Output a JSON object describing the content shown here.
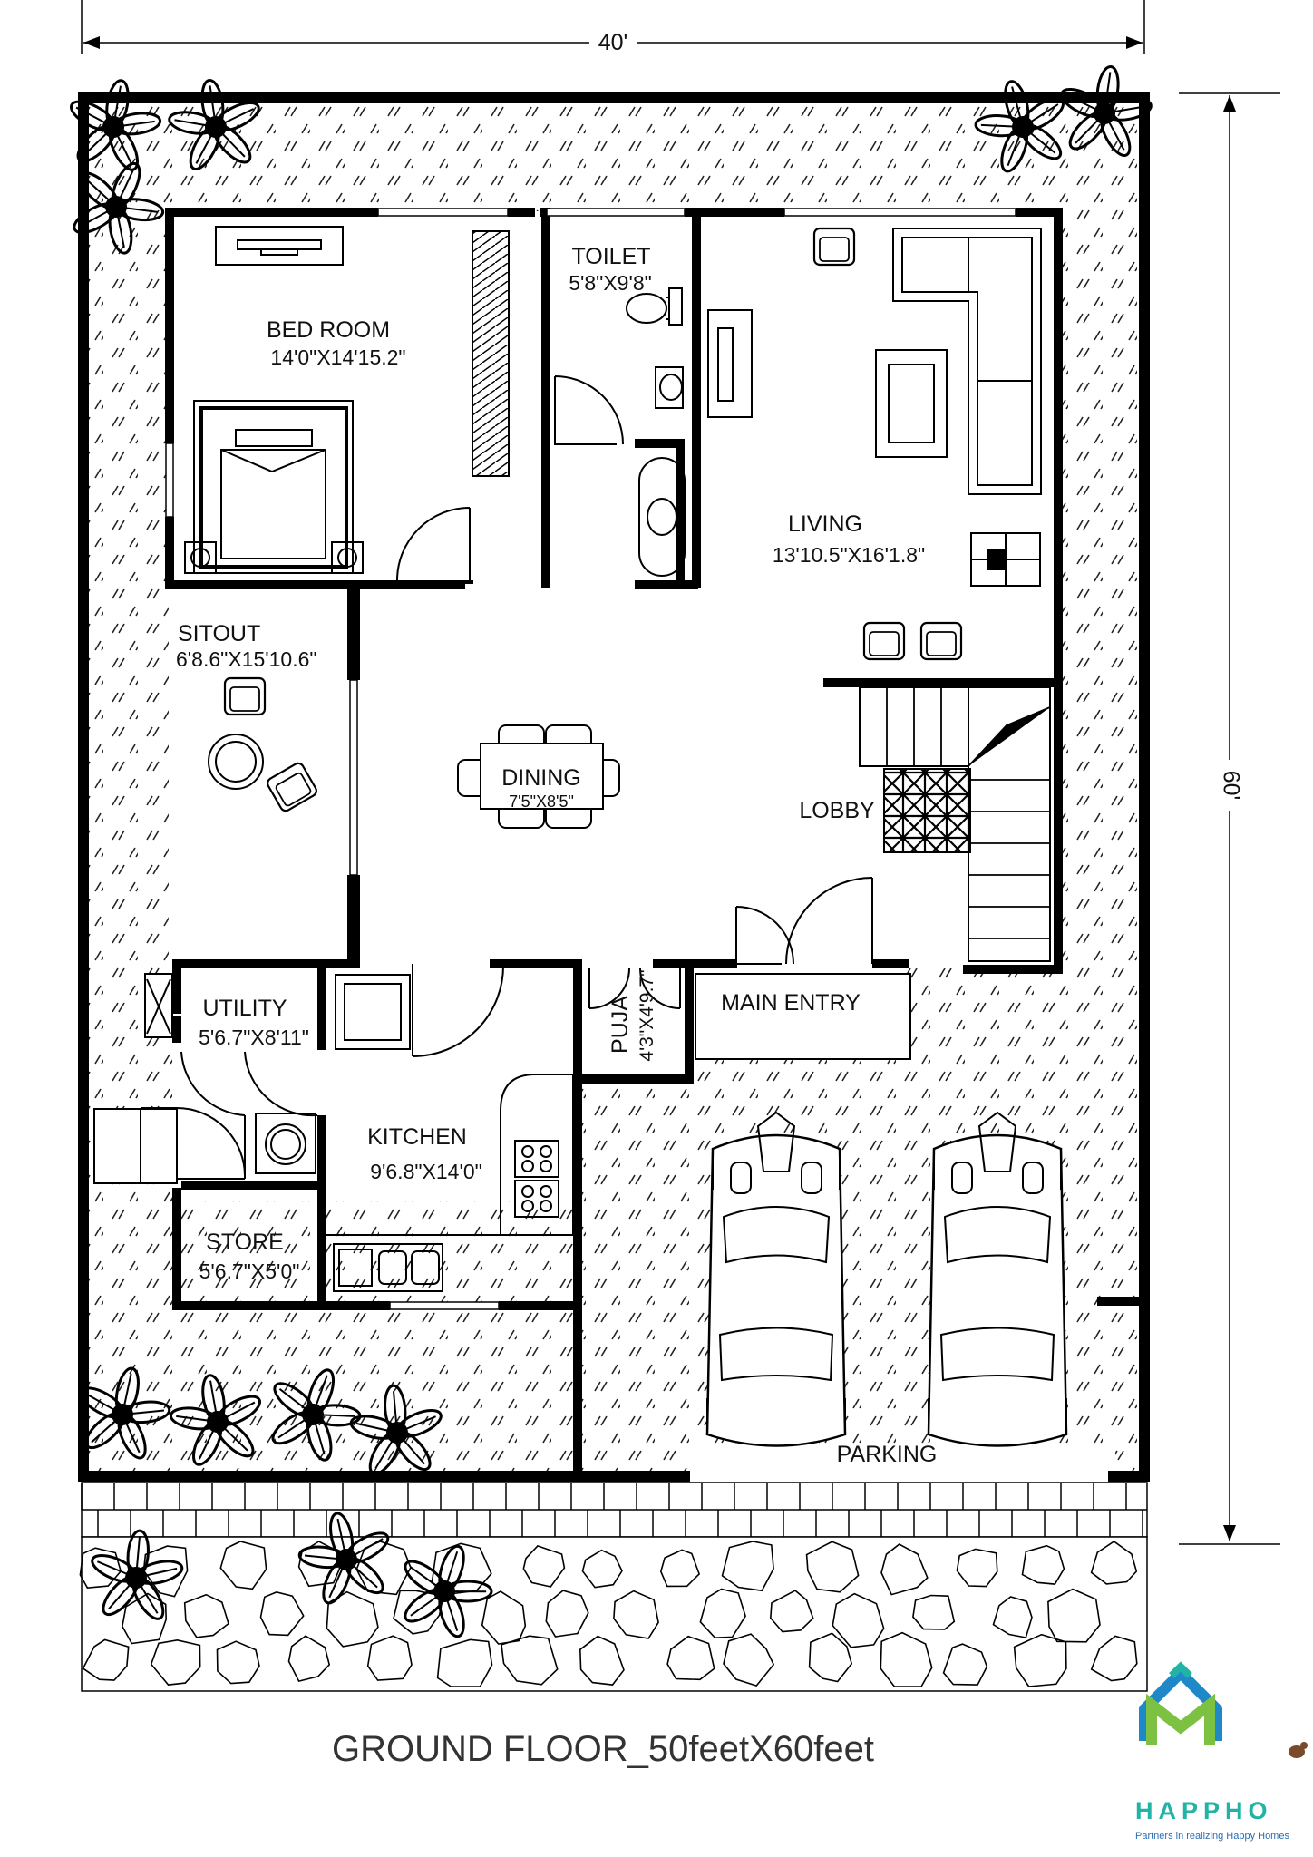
{
  "dimensions": {
    "width_label": "40'",
    "height_label": "60'"
  },
  "rooms": [
    {
      "id": "bedroom",
      "name": "BED ROOM",
      "size": "14'0\"X14'15.2\""
    },
    {
      "id": "toilet",
      "name": "TOILET",
      "size": "5'8\"X9'8\""
    },
    {
      "id": "living",
      "name": "LIVING",
      "size": "13'10.5\"X16'1.8\""
    },
    {
      "id": "sitout",
      "name": "SITOUT",
      "size": "6'8.6\"X15'10.6\""
    },
    {
      "id": "dining",
      "name": "DINING",
      "size": "7'5\"X8'5\""
    },
    {
      "id": "lobby",
      "name": "LOBBY"
    },
    {
      "id": "utility",
      "name": "UTILITY",
      "size": "5'6.7\"X8'11\""
    },
    {
      "id": "puja",
      "name": "PUJA",
      "size": "4'3\"X4'9.7\""
    },
    {
      "id": "main_entry",
      "name": "MAIN ENTRY"
    },
    {
      "id": "kitchen",
      "name": "KITCHEN",
      "size": "9'6.8\"X14'0\""
    },
    {
      "id": "store",
      "name": "STORE",
      "size": "5'6.7\"X5'0\""
    },
    {
      "id": "parking",
      "name": "PARKING"
    }
  ],
  "footer": {
    "title": "GROUND FLOOR_50feetX60feet"
  },
  "logo": {
    "name": "HAPPHO",
    "tagline": "Partners in realizing Happy Homes",
    "colors": {
      "blue": "#1e88c8",
      "green": "#7dc142",
      "teal": "#21b3a6"
    }
  }
}
